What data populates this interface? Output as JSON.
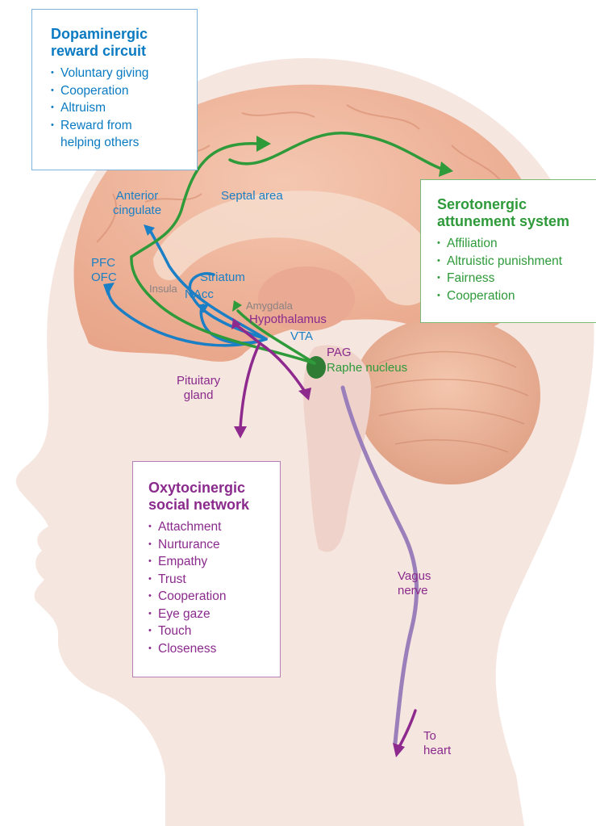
{
  "dopaminergic": {
    "title_line1": "Dopaminergic",
    "title_line2": "reward circuit",
    "items": [
      "Voluntary giving",
      "Cooperation",
      "Altruism",
      "Reward from helping others"
    ],
    "item4_line1": "Reward from",
    "item4_line2": "helping others",
    "color": "#0a7bc2"
  },
  "serotonergic": {
    "title_line1": "Serotonergic",
    "title_line2": "attunement system",
    "items": [
      "Affiliation",
      "Altruistic punishment",
      "Fairness",
      "Cooperation"
    ],
    "color": "#2e9a3a"
  },
  "oxytocinergic": {
    "title_line1": "Oxytocinergic",
    "title_line2": "social network",
    "items": [
      "Attachment",
      "Nurturance",
      "Empathy",
      "Trust",
      "Cooperation",
      "Eye gaze",
      "Touch",
      "Closeness"
    ],
    "color": "#8a2a8c"
  },
  "labels": {
    "anterior_cingulate_1": "Anterior",
    "anterior_cingulate_2": "cingulate",
    "septal_area": "Septal area",
    "pfc": "PFC",
    "ofc": "OFC",
    "insula": "Insula",
    "striatum": "Striatum",
    "nacc": "NAcc",
    "amygdala": "Amygdala",
    "hypothalamus": "Hypothalamus",
    "vta": "VTA",
    "pag": "PAG",
    "raphe_nucleus": "Raphe nucleus",
    "pituitary_1": "Pituitary",
    "pituitary_2": "gland",
    "vagus_1": "Vagus",
    "vagus_2": "nerve",
    "to_heart_1": "To",
    "to_heart_2": "heart"
  }
}
